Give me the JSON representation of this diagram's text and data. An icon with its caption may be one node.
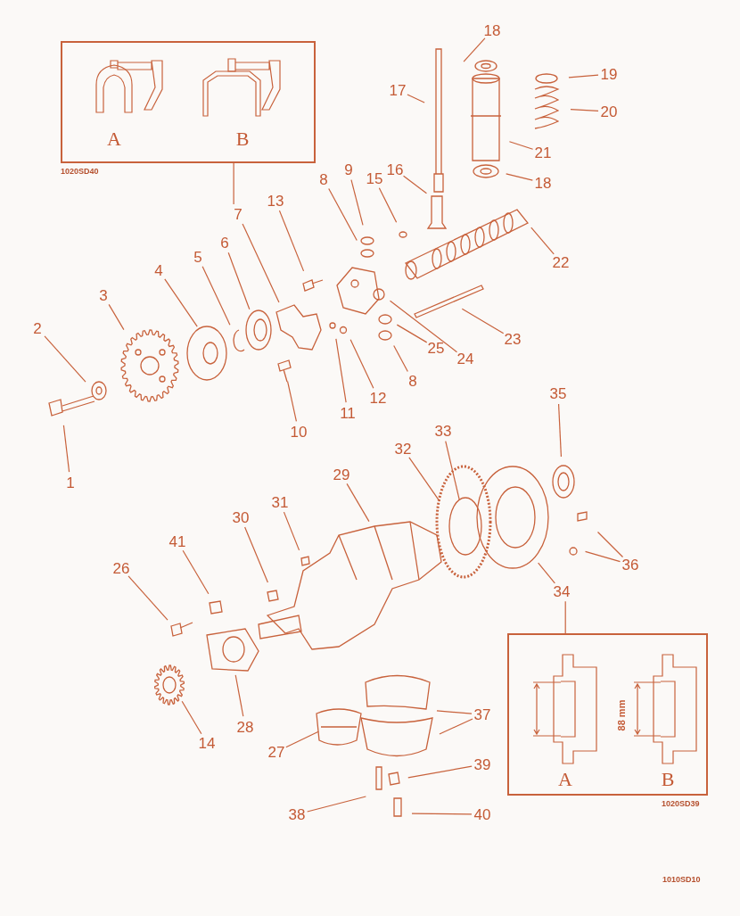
{
  "diagram": {
    "nodes": [
      {
        "text": [
          "A",
          "B"
        ],
        "beside": [
          "1020SD40"
        ]
      },
      {
        "text": [
          "18"
        ]
      },
      {
        "text": [
          "19"
        ]
      },
      {
        "text": [
          "17"
        ]
      },
      {
        "text": [
          "20"
        ]
      },
      {
        "text": [
          "21"
        ]
      },
      {
        "text": [
          "16"
        ]
      },
      {
        "text": [
          "9"
        ]
      },
      {
        "text": [
          "8"
        ]
      },
      {
        "text": [
          "15"
        ]
      },
      {
        "text": [
          "18"
        ]
      },
      {
        "text": [
          "13"
        ]
      },
      {
        "text": [
          "7"
        ]
      },
      {
        "text": [
          "6"
        ]
      },
      {
        "text": [
          "5"
        ]
      },
      {
        "text": [
          "22"
        ]
      },
      {
        "text": [
          "4"
        ]
      },
      {
        "text": [
          "3"
        ]
      },
      {
        "text": [
          "2"
        ]
      },
      {
        "text": [
          "23"
        ]
      },
      {
        "text": [
          "25"
        ]
      },
      {
        "text": [
          "24"
        ]
      },
      {
        "text": [
          "8"
        ]
      },
      {
        "text": [
          "35"
        ]
      },
      {
        "text": [
          "12"
        ]
      },
      {
        "text": [
          "11"
        ]
      },
      {
        "text": [
          "33"
        ]
      },
      {
        "text": [
          "10"
        ]
      },
      {
        "text": [
          "32"
        ]
      },
      {
        "text": [
          "29"
        ]
      },
      {
        "text": [
          "1"
        ]
      },
      {
        "text": [
          "31"
        ]
      },
      {
        "text": [
          "30"
        ]
      },
      {
        "text": [
          "41"
        ]
      },
      {
        "text": [
          "36"
        ]
      },
      {
        "text": [
          "26"
        ]
      },
      {
        "text": [
          "34"
        ]
      },
      {
        "text": [
          "A",
          "88 mm",
          "B"
        ],
        "beside": [
          "1020SD39"
        ]
      },
      {
        "text": [
          "37"
        ]
      },
      {
        "text": [
          "28"
        ]
      },
      {
        "text": [
          "14"
        ]
      },
      {
        "text": [
          "27"
        ]
      },
      {
        "text": [
          "39"
        ]
      },
      {
        "text": [
          "38"
        ]
      },
      {
        "text": [
          "40"
        ]
      }
    ],
    "edges": [
      {
        "from": 1,
        "to": null,
        "arrow": "none"
      },
      {
        "from": 2,
        "to": null,
        "arrow": "none"
      },
      {
        "from": 3,
        "to": null,
        "arrow": "none"
      },
      {
        "from": 4,
        "to": null,
        "arrow": "none"
      },
      {
        "from": 5,
        "to": null,
        "arrow": "none"
      },
      {
        "from": 6,
        "to": null,
        "arrow": "none"
      },
      {
        "from": 7,
        "to": null,
        "arrow": "none"
      },
      {
        "from": 8,
        "to": null,
        "arrow": "none"
      },
      {
        "from": 9,
        "to": null,
        "arrow": "none"
      },
      {
        "from": 10,
        "to": null,
        "arrow": "none"
      },
      {
        "from": 11,
        "to": null,
        "arrow": "none"
      },
      {
        "from": 12,
        "to": 0,
        "arrow": "none"
      },
      {
        "from": 12,
        "to": null,
        "arrow": "none"
      },
      {
        "from": 13,
        "to": null,
        "arrow": "none"
      },
      {
        "from": 14,
        "to": null,
        "arrow": "none"
      },
      {
        "from": 15,
        "to": null,
        "arrow": "none"
      },
      {
        "from": 16,
        "to": null,
        "arrow": "none"
      },
      {
        "from": 17,
        "to": null,
        "arrow": "none"
      },
      {
        "from": 18,
        "to": null,
        "arrow": "none"
      },
      {
        "from": 19,
        "to": null,
        "arrow": "none"
      },
      {
        "from": 20,
        "to": null,
        "arrow": "none"
      },
      {
        "from": 21,
        "to": null,
        "arrow": "none"
      },
      {
        "from": 22,
        "to": null,
        "arrow": "none"
      },
      {
        "from": 23,
        "to": null,
        "arrow": "none"
      },
      {
        "from": 24,
        "to": null,
        "arrow": "none"
      },
      {
        "from": 25,
        "to": null,
        "arrow": "none"
      },
      {
        "from": 26,
        "to": null,
        "arrow": "none"
      },
      {
        "from": 27,
        "to": null,
        "arrow": "none"
      },
      {
        "from": 28,
        "to": null,
        "arrow": "none"
      },
      {
        "from": 29,
        "to": null,
        "arrow": "none"
      },
      {
        "from": 30,
        "to": null,
        "arrow": "none"
      },
      {
        "from": 31,
        "to": null,
        "arrow": "none"
      },
      {
        "from": 32,
        "to": null,
        "arrow": "none"
      },
      {
        "from": 33,
        "to": null,
        "arrow": "none"
      },
      {
        "from": 34,
        "to": null,
        "arrow": "none"
      },
      {
        "from": 34,
        "to": null,
        "arrow": "none"
      },
      {
        "from": 35,
        "to": null,
        "arrow": "none"
      },
      {
        "from": 36,
        "to": null,
        "arrow": "none"
      },
      {
        "from": 36,
        "to": 37,
        "arrow": "none"
      },
      {
        "from": 38,
        "to": null,
        "arrow": "none"
      },
      {
        "from": 38,
        "to": null,
        "arrow": "none"
      },
      {
        "from": 39,
        "to": null,
        "arrow": "none"
      },
      {
        "from": 40,
        "to": null,
        "arrow": "none"
      },
      {
        "from": 41,
        "to": null,
        "arrow": "none"
      },
      {
        "from": 42,
        "to": null,
        "arrow": "none"
      },
      {
        "from": 43,
        "to": null,
        "arrow": "none"
      },
      {
        "from": 44,
        "to": null,
        "arrow": "none"
      }
    ],
    "labels": [
      "1010SD10"
    ]
  }
}
